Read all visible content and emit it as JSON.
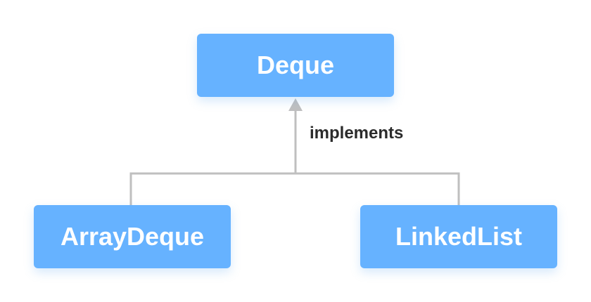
{
  "diagram": {
    "parent": {
      "label": "Deque"
    },
    "children": [
      {
        "label": "ArrayDeque"
      },
      {
        "label": "LinkedList"
      }
    ],
    "relation_label": "implements",
    "colors": {
      "box_fill": "#66b2ff",
      "box_text": "#ffffff",
      "connector": "#bfbfbf",
      "label_text": "#2b2b2b"
    }
  }
}
